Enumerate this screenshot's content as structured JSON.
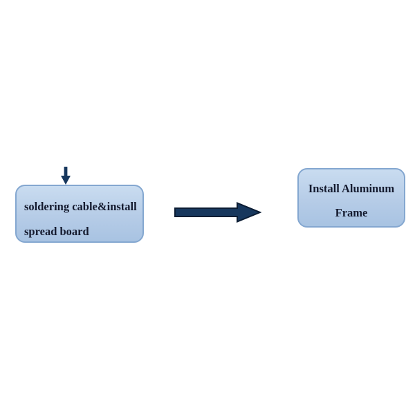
{
  "diagram": {
    "title": "process-flow",
    "boxes": [
      {
        "id": "soldering-step",
        "lines": [
          "soldering cable&install",
          "spread board"
        ]
      },
      {
        "id": "frame-step",
        "lines": [
          "Install Aluminum",
          "Frame"
        ]
      }
    ],
    "connectors": [
      {
        "id": "entry-arrow",
        "direction": "down"
      },
      {
        "id": "flow-arrow",
        "direction": "right"
      }
    ],
    "colors": {
      "background": "#ffffff",
      "box_fill_top": "#c9dcf0",
      "box_fill_bottom": "#a8c3e2",
      "box_border": "#84a7d0",
      "arrow_fill": "#17375d",
      "arrow_outline": "#0b1c33",
      "text": "#141a2e"
    }
  }
}
